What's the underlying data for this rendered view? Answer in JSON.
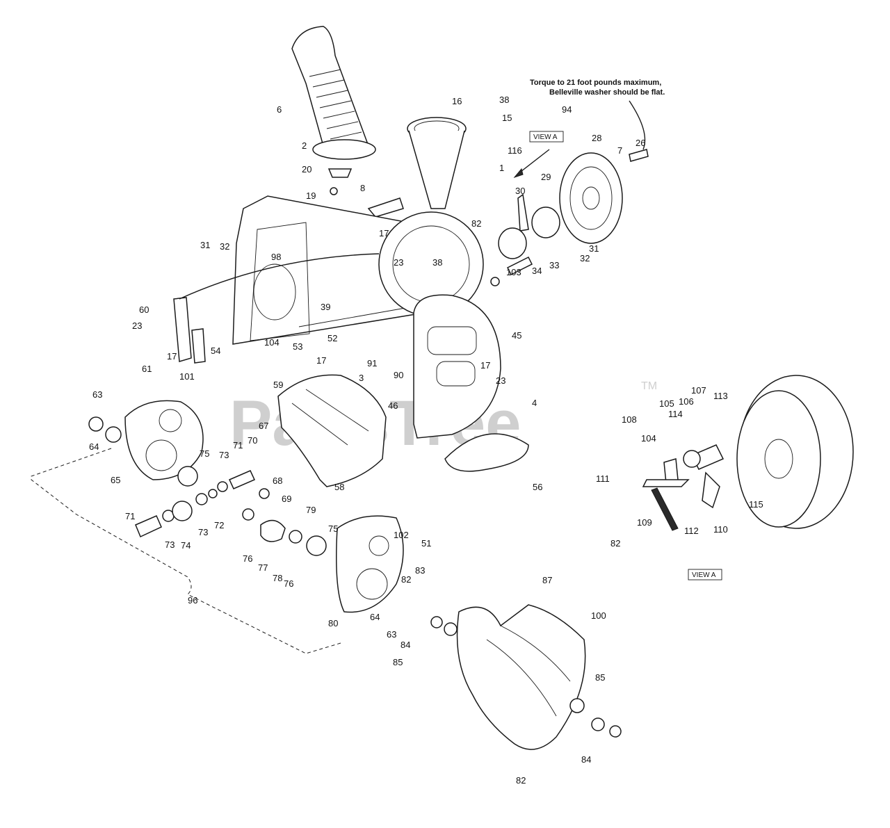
{
  "diagram": {
    "watermark": "PartsTree",
    "watermark_tm": "TM",
    "torque_note": [
      "Torque to 21 foot pounds maximum,",
      "Belleville washer should be flat."
    ],
    "view_labels": [
      "VIEW A",
      "VIEW A"
    ],
    "part_numbers": [
      "6",
      "2",
      "20",
      "19",
      "16",
      "38",
      "15",
      "116",
      "1",
      "8",
      "82",
      "94",
      "28",
      "7",
      "26",
      "29",
      "30",
      "31",
      "33",
      "32",
      "34",
      "103",
      "31",
      "32",
      "17",
      "23",
      "38",
      "98",
      "60",
      "23",
      "17",
      "54",
      "101",
      "39",
      "52",
      "53",
      "104",
      "45",
      "17",
      "3",
      "46",
      "91",
      "90",
      "17",
      "23",
      "4",
      "56",
      "61",
      "63",
      "64",
      "65",
      "75",
      "71",
      "73",
      "70",
      "67",
      "68",
      "69",
      "58",
      "59",
      "71",
      "73",
      "74",
      "73",
      "72",
      "79",
      "76",
      "77",
      "78",
      "76",
      "75",
      "102",
      "51",
      "82",
      "83",
      "87",
      "80",
      "64",
      "63",
      "84",
      "85",
      "100",
      "85",
      "84",
      "82",
      "96",
      "108",
      "107",
      "106",
      "113",
      "105",
      "114",
      "104",
      "111",
      "110",
      "112",
      "109",
      "82",
      "115"
    ]
  }
}
